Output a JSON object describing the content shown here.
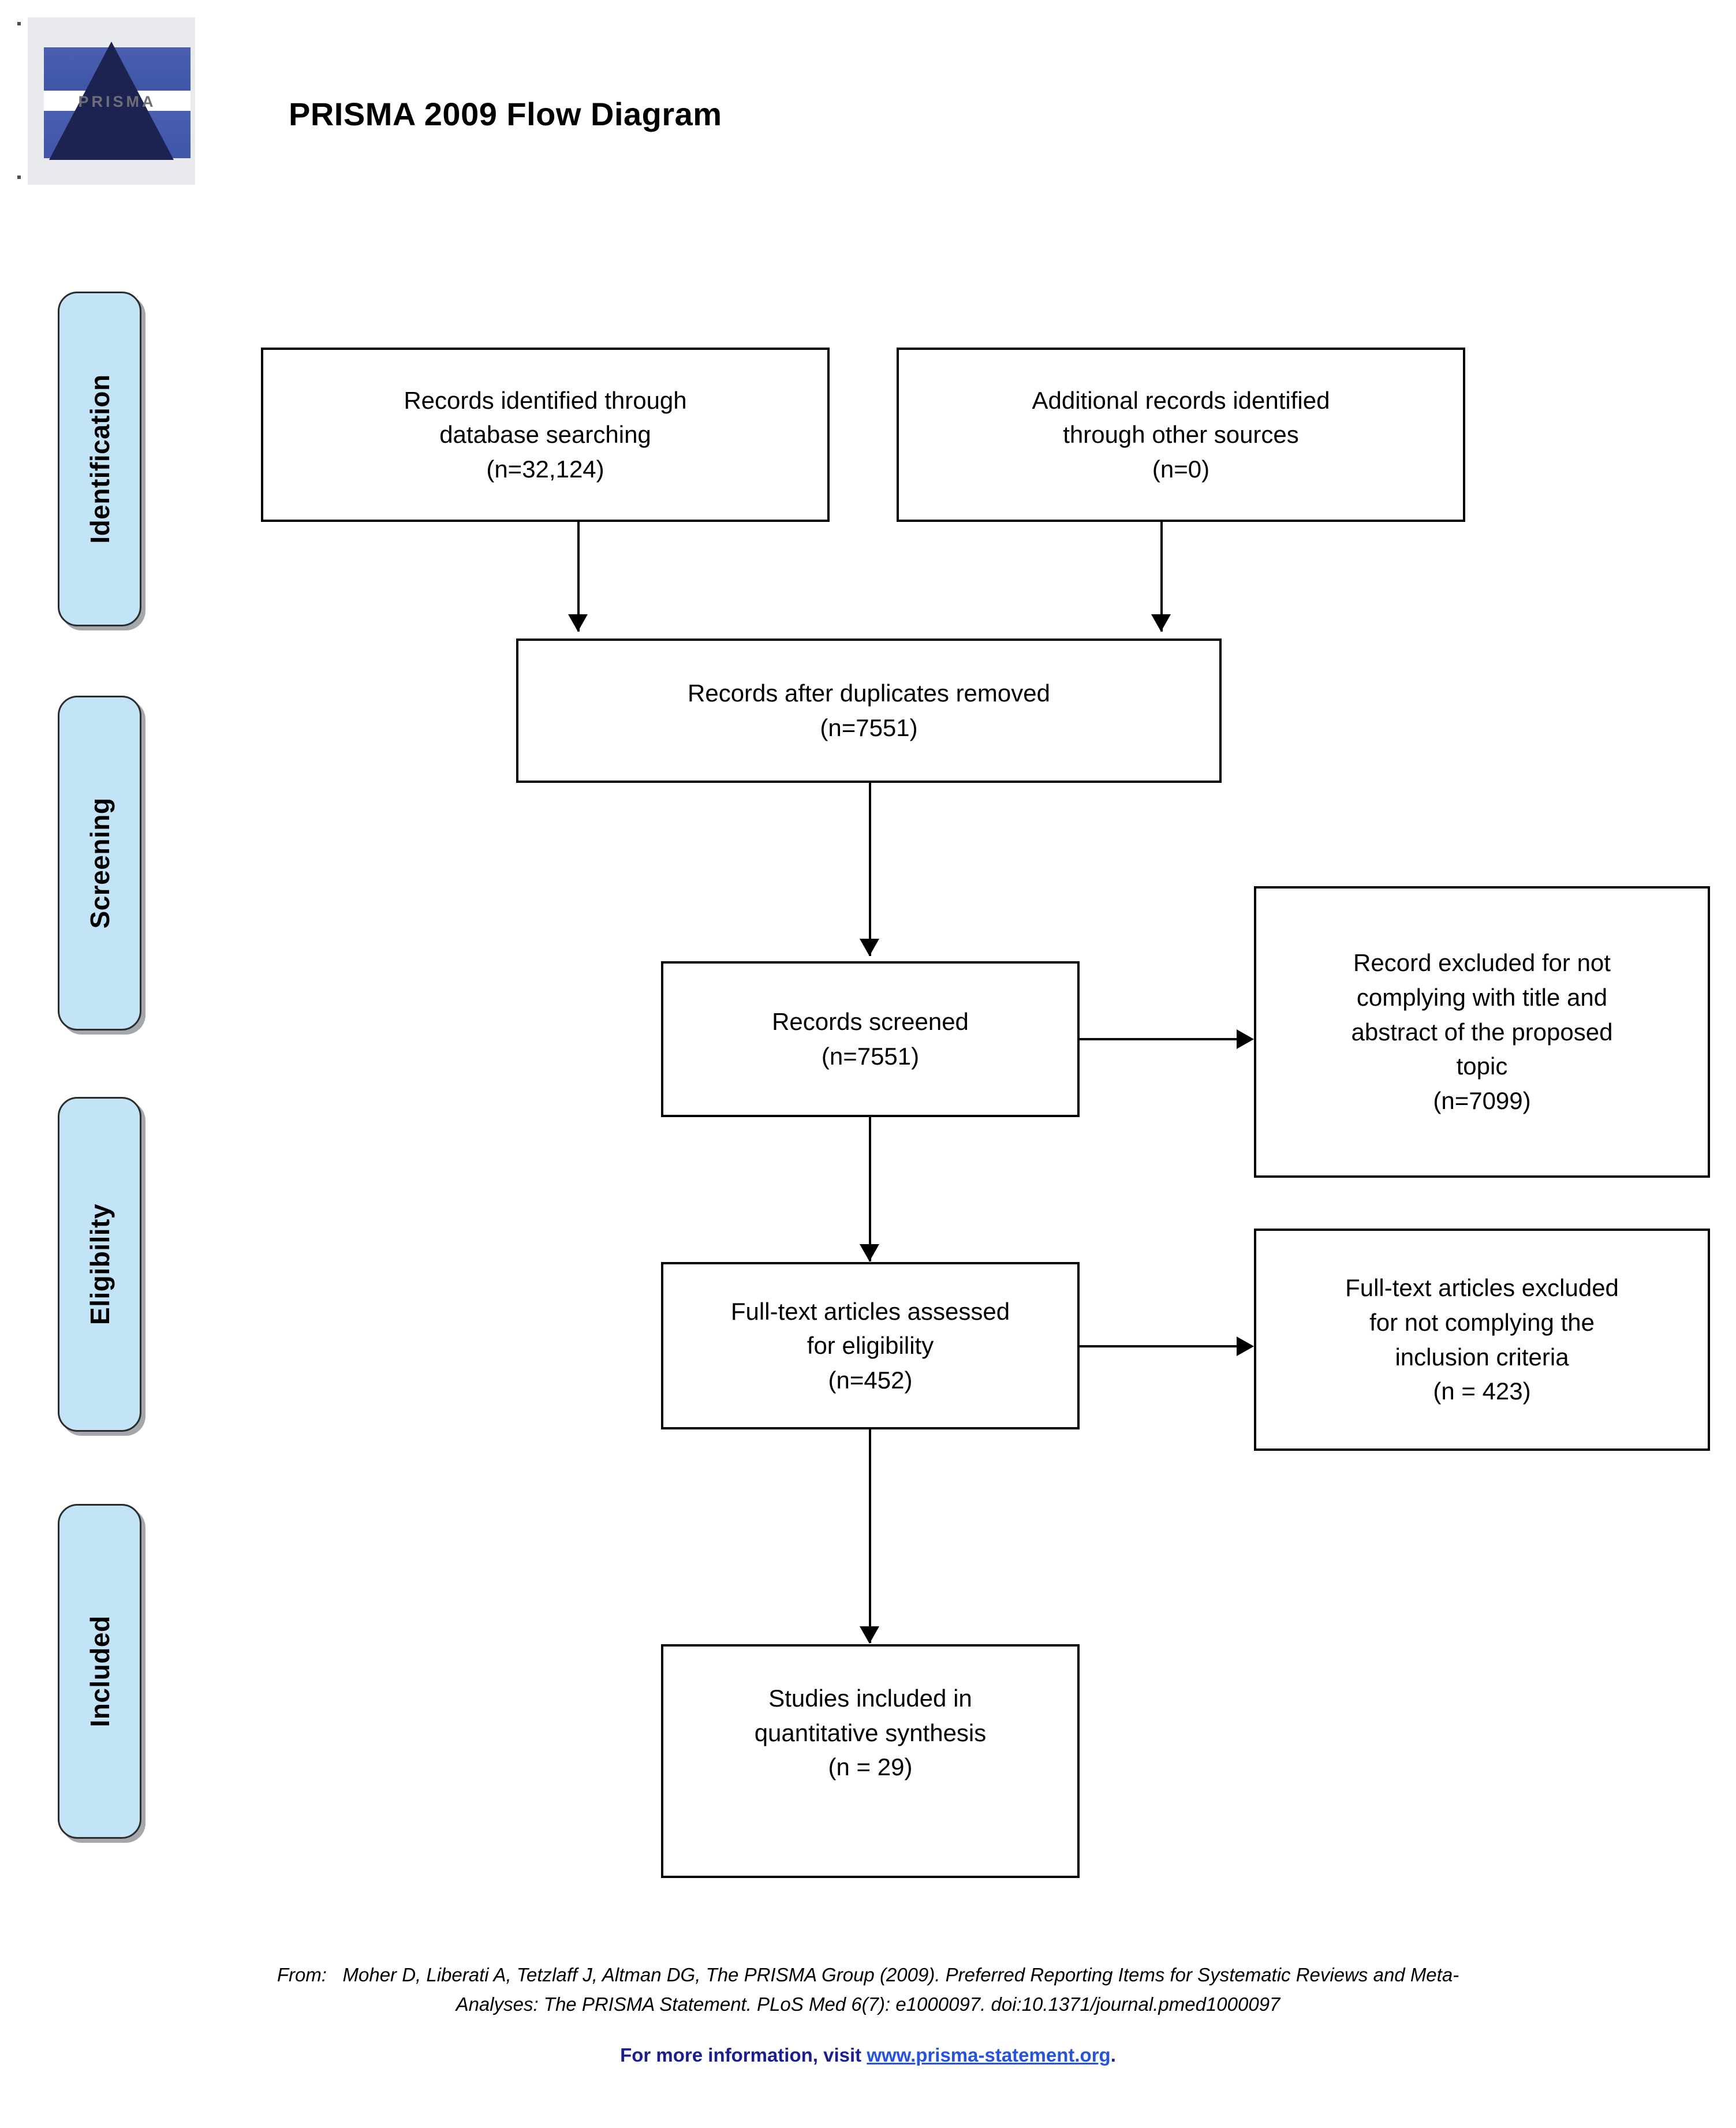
{
  "header": {
    "title": "PRISMA 2009 Flow Diagram",
    "logo_word": "PRISMA",
    "logo_icon": "prisma-pyramid-logo"
  },
  "stages": [
    {
      "id": "identification",
      "label": "Identification"
    },
    {
      "id": "screening",
      "label": "Screening"
    },
    {
      "id": "eligibility",
      "label": "Eligibility"
    },
    {
      "id": "included",
      "label": "Included"
    }
  ],
  "boxes": {
    "records_database": {
      "lines": [
        "Records identified through",
        "database searching",
        "(n=32,124)"
      ]
    },
    "records_other": {
      "lines": [
        "Additional records identified",
        "through other sources",
        "(n=0)"
      ]
    },
    "duplicates_removed": {
      "lines": [
        "Records after duplicates removed",
        "(n=7551)"
      ]
    },
    "records_screened": {
      "lines": [
        "Records screened",
        "(n=7551)"
      ]
    },
    "records_excluded": {
      "lines": [
        "Record excluded for not",
        "complying with title and",
        "abstract of the proposed",
        "topic",
        "(n=7099)"
      ]
    },
    "fulltext_assessed": {
      "lines": [
        "Full-text articles assessed",
        "for eligibility",
        "(n=452)"
      ]
    },
    "fulltext_excluded": {
      "lines": [
        "Full-text articles excluded",
        "for not complying the",
        "inclusion criteria",
        "(n = 423)"
      ]
    },
    "studies_included": {
      "lines": [
        "Studies included in",
        "quantitative synthesis",
        "(n = 29)"
      ]
    }
  },
  "footer": {
    "from_label": "From:",
    "citation_line1": "Moher D, Liberati A, Tetzlaff J, Altman DG, The PRISMA Group (2009). Preferred Reporting Items for Systematic Reviews and Meta-",
    "citation_line2": "Analyses: The PRISMA Statement. PLoS Med 6(7): e1000097. doi:10.1371/journal.pmed1000097",
    "more_prefix": "For more information, visit ",
    "more_link": "www.prisma-statement.org",
    "more_suffix": "."
  },
  "colors": {
    "stage_fill": "#c3e3f7",
    "stage_border": "#2c2c2c",
    "box_border": "#000000",
    "link": "#2554d8",
    "logo_blue": "#4a5fb0"
  }
}
